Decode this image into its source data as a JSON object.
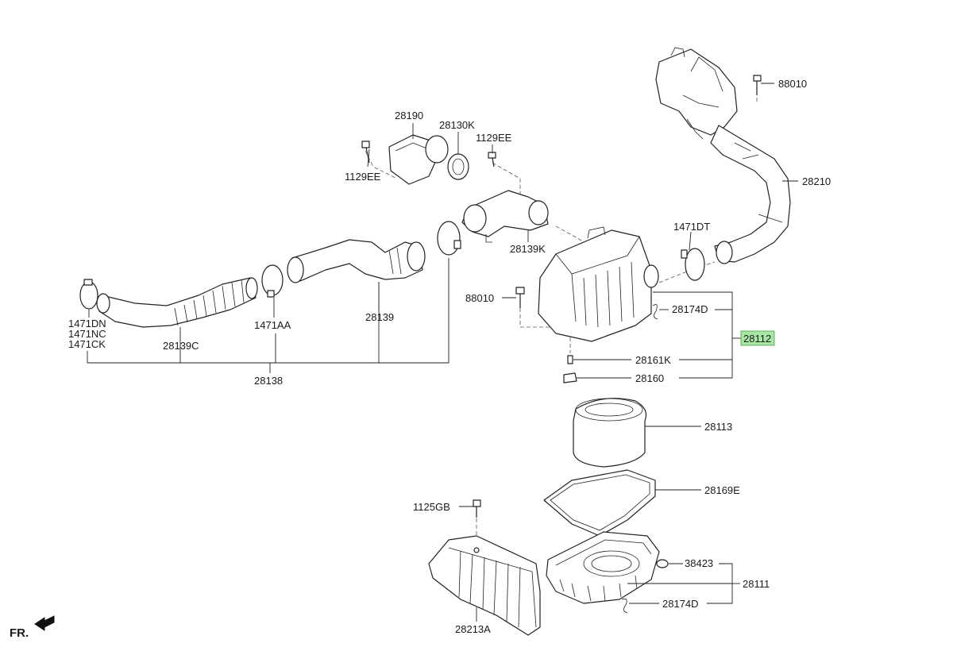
{
  "diagram": {
    "parts": [
      {
        "id": "p88010a",
        "label": "88010"
      },
      {
        "id": "p28210",
        "label": "28210"
      },
      {
        "id": "p28190",
        "label": "28190"
      },
      {
        "id": "p28130K",
        "label": "28130K"
      },
      {
        "id": "p1129EEa",
        "label": "1129EE"
      },
      {
        "id": "p1129EEb",
        "label": "1129EE"
      },
      {
        "id": "p1471DT",
        "label": "1471DT"
      },
      {
        "id": "p28139K",
        "label": "28139K"
      },
      {
        "id": "p88010b",
        "label": "88010"
      },
      {
        "id": "p28174Da",
        "label": "28174D"
      },
      {
        "id": "p28112",
        "label": "28112"
      },
      {
        "id": "p28161K",
        "label": "28161K"
      },
      {
        "id": "p28160",
        "label": "28160"
      },
      {
        "id": "p1471DN",
        "label": "1471DN"
      },
      {
        "id": "p1471NC",
        "label": "1471NC"
      },
      {
        "id": "p1471CK",
        "label": "1471CK"
      },
      {
        "id": "p28139C",
        "label": "28139C"
      },
      {
        "id": "p1471AA",
        "label": "1471AA"
      },
      {
        "id": "p28139",
        "label": "28139"
      },
      {
        "id": "p28138",
        "label": "28138"
      },
      {
        "id": "p28113",
        "label": "28113"
      },
      {
        "id": "p28169E",
        "label": "28169E"
      },
      {
        "id": "p1125GB",
        "label": "1125GB"
      },
      {
        "id": "p38423",
        "label": "38423"
      },
      {
        "id": "p28111",
        "label": "28111"
      },
      {
        "id": "p28174Db",
        "label": "28174D"
      },
      {
        "id": "p28213A",
        "label": "28213A"
      }
    ],
    "highlight_color": "#a8e6a3",
    "direction_label": "FR."
  }
}
